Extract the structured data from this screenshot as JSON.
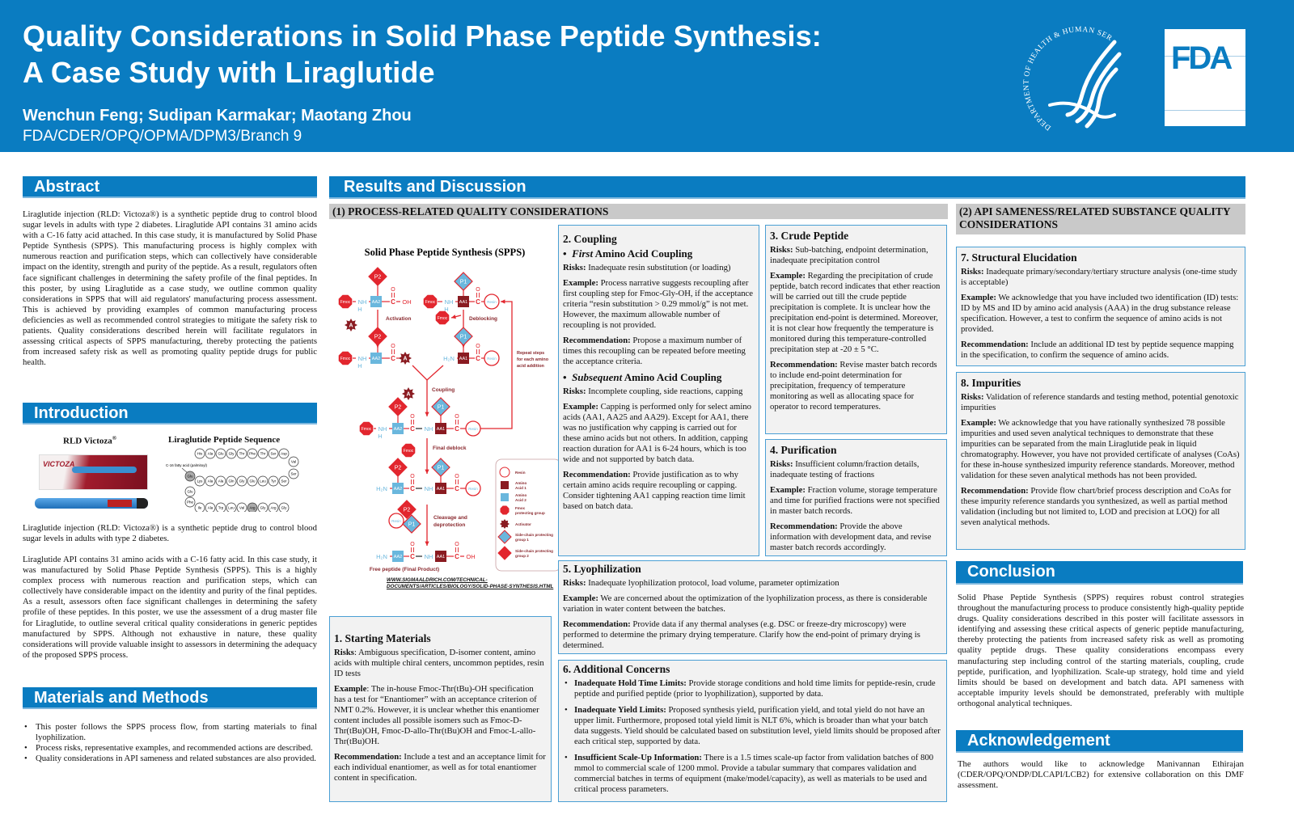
{
  "header": {
    "title_line1": "Quality Considerations in Solid Phase Peptide Synthesis:",
    "title_line2": "A Case Study with Liraglutide",
    "authors": "Wenchun Feng; Sudipan Karmakar; Maotang Zhou",
    "affiliation": "FDA/CDER/OPQ/OPMA/DPM3/Branch 9",
    "hhs_seal_text": "DEPARTMENT OF HEALTH & HUMAN SERVICES · USA",
    "fda_logo": "FDA",
    "brand_color": "#0a7cc1"
  },
  "abstract": {
    "heading": "Abstract",
    "text": "Liraglutide injection (RLD: Victoza®) is a synthetic peptide drug to control blood sugar levels in adults with type 2 diabetes. Liraglutide API contains 31 amino acids with a C-16 fatty acid attached. In this case study, it is manufactured by Solid Phase Peptide Synthesis (SPPS). This manufacturing process is highly complex with numerous reaction and purification steps, which can collectively have considerable impact on the identity, strength and purity of the peptide. As a result, regulators often face significant challenges in determining the safety profile of the final peptides. In this poster, by using Liraglutide as a case study, we outline common quality considerations in SPPS that will aid regulators' manufacturing process assessment. This is achieved by providing examples of common manufacturing process deficiencies as well as recommended control strategies to mitigate the safety risk to patients. Quality considerations described herein will facilitate regulators in assessing critical aspects of SPPS manufacturing, thereby protecting the patients from increased safety risk as well as promoting quality peptide drugs for public health."
  },
  "introduction": {
    "heading": "Introduction",
    "image_label_left": "RLD Victoza",
    "image_label_left_sup": "®",
    "product_logo": "VICTOZA",
    "image_label_right": "Liraglutide Peptide Sequence",
    "fatty_acid_label": "C-16 fatty acid (palmitoyl)",
    "sequence": [
      "His",
      "Ala",
      "Glu",
      "Gly",
      "Thr",
      "Phe",
      "Thr",
      "Ser",
      "Asp",
      "Val",
      "Ser",
      "Ser",
      "Tyr",
      "Leu",
      "Glu",
      "Gly",
      "Gln",
      "Ala",
      "Ala",
      "Lys",
      "Glu",
      "Glu",
      "Phe",
      "Ile",
      "Ala",
      "Trp",
      "Leu",
      "Val",
      "Arg",
      "Gly",
      "Arg",
      "Gly"
    ],
    "paragraphs": [
      "Liraglutide injection (RLD: Victoza®) is a synthetic peptide drug to control blood sugar levels in adults with type 2 diabetes.",
      "Liraglutide API contains 31 amino acids with a C-16 fatty acid. In this case study, it was manufactured by Solid Phase Peptide Synthesis (SPPS). This is a highly complex process with numerous reaction and purification steps, which can collectively have considerable impact on the identity and purity of the final peptides. As a result, assessors often face significant challenges in determining the safety profile of these peptides. In this poster, we use the assessment of a drug master file for Liraglutide, to outline several critical quality considerations in generic peptides manufactured by SPPS. Although not exhaustive in nature, these quality considerations will provide valuable insight to assessors in determining the adequacy of the proposed SPPS process."
    ]
  },
  "methods": {
    "heading": "Materials and Methods",
    "bullets": [
      "This poster follows the SPPS process flow, from starting materials to final lyophilization.",
      "Process risks, representative examples, and recommended actions are described.",
      "Quality considerations in API sameness and related substances are also provided."
    ]
  },
  "results": {
    "heading": "Results and Discussion"
  },
  "process": {
    "heading": "(1) PROCESS-RELATED QUALITY CONSIDERATIONS"
  },
  "diagram": {
    "title": "Solid Phase Peptide Synthesis (SPPS)",
    "steps": {
      "activation": "Activation",
      "deblocking": "Deblocking",
      "coupling": "Coupling",
      "final_deblock": "Final deblock",
      "cleavage1": "Cleavage and",
      "cleavage2": "deprotection",
      "repeat1": "Repeat steps",
      "repeat2": "for each amino",
      "repeat3": "acid addition",
      "final": "Free peptide (Final Product)"
    },
    "node_labels": {
      "fmoc": "Fmoc",
      "aa1": "AA1",
      "aa2": "AA2",
      "p1": "P1",
      "p2": "P2",
      "resin": "Resin",
      "act": "A",
      "nh": "NH",
      "h": "H",
      "h2n": "H₂N",
      "c": "C",
      "o": "O",
      "oh": "OH"
    },
    "legend": [
      {
        "key": "resin",
        "label": "Resin"
      },
      {
        "key": "aa1",
        "label": "Amino Acid 1"
      },
      {
        "key": "aa2",
        "label": "Amino Acid 2"
      },
      {
        "key": "fmoc",
        "label": "Fmoc protecting group"
      },
      {
        "key": "act",
        "label": "Activator"
      },
      {
        "key": "p1",
        "label": "Side-chain protecting group 1"
      },
      {
        "key": "p2",
        "label": "Side-chain protecting group 2"
      }
    ],
    "source_line1": "WWW.SIGMAALDRICH.COM/TECHNICAL-",
    "source_line2": "DOCUMENTS/ARTICLES/BIOLOGY/SOLID-PHASE-SYNTHESIS.HTML",
    "colors": {
      "red": "#e2262e",
      "dark_red": "#8a1b21",
      "blue": "#6ab7dd"
    }
  },
  "boxes": {
    "starting": {
      "title": "1. Starting Materials",
      "risks_label": "Risks",
      "risks": ": Ambiguous specification, D-isomer content, amino acids with multiple chiral centers, uncommon peptides, resin ID tests",
      "example_label": "Example",
      "example": ": The in-house Fmoc-Thr(tBu)-OH specification has a test for “Enantiomer” with an acceptance criterion of NMT 0.2%. However, it is unclear whether this enantiomer content includes all possible isomers such as Fmoc-D-Thr(tBu)OH, Fmoc-D-allo-Thr(tBu)OH and Fmoc-L-allo-Thr(tBu)OH.",
      "rec_label": "Recommendation:",
      "rec": " Include a test and an acceptance limit for each individual enantiomer, as well as for total enantiomer content in specification."
    },
    "coupling": {
      "title": "2. Coupling",
      "sub1_em": "First",
      "sub1_rest": " Amino Acid Coupling",
      "s1_risks_label": "Risks:",
      "s1_risks": " Inadequate resin substitution (or loading)",
      "s1_example_label": "Example:",
      "s1_example": " Process narrative suggests recoupling after first coupling step for Fmoc-Gly-OH, if the acceptance criteria “resin substitution > 0.29 mmol/g” is not met. However, the maximum allowable number of recoupling is not provided.",
      "s1_rec_label": "Recommendation:",
      "s1_rec": " Propose a maximum number of times this recoupling can be repeated before meeting the acceptance criteria.",
      "sub2_em": "Subsequent",
      "sub2_rest": " Amino Acid Coupling",
      "s2_risks_label": "Risks:",
      "s2_risks": " Incomplete coupling, side reactions, capping",
      "s2_example_label": "Example:",
      "s2_example": " Capping is performed only for select amino acids (AA1, AA25 and AA29). Except for AA1, there was no justification why capping is carried out for these amino acids but not others. In addition, capping reaction duration for AA1 is 6-24 hours, which is too wide and not supported by batch data.",
      "s2_rec_label": "Recommendation:",
      "s2_rec": " Provide justification as to why certain amino acids require recoupling or capping. Consider tightening AA1 capping reaction time limit based on batch data."
    },
    "crude": {
      "title": "3. Crude Peptide",
      "risks_label": "Risks:",
      "risks": " Sub-batching, endpoint determination, inadequate precipitation control",
      "example_label": "Example:",
      "example": " Regarding the precipitation of crude peptide, batch record indicates that ether reaction will be carried out till the crude peptide precipitation is complete. It is unclear how the precipitation end-point is determined. Moreover, it is not clear how frequently the temperature is monitored during this temperature-controlled precipitation step at -20 ± 5 °C.",
      "rec_label": "Recommendation:",
      "rec": " Revise master batch records to include end-point determination for precipitation, frequency of temperature monitoring as well as allocating space for operator to record temperatures."
    },
    "purification": {
      "title": "4. Purification",
      "risks_label": "Risks:",
      "risks": " Insufficient column/fraction details, inadequate testing of fractions",
      "example_label": "Example:",
      "example": " Fraction volume, storage temperature and time for purified fractions were not specified in master batch records.",
      "rec_label": "Recommendation:",
      "rec": " Provide the above information with development data, and revise master batch records accordingly."
    },
    "lyo": {
      "title": "5. Lyophilization",
      "risks_label": "Risks:",
      "risks": " Inadequate lyophilization protocol, load volume, parameter optimization",
      "example_label": "Example:",
      "example": " We are concerned about the optimization of the lyophilization process, as there is considerable variation in water content between the batches.",
      "rec_label": "Recommendation:",
      "rec": " Provide data if any thermal analyses (e.g. DSC or freeze-dry microscopy) were performed to determine the primary drying temperature. Clarify how the end-point of primary drying is determined."
    },
    "additional": {
      "title": "6. Additional Concerns",
      "items": [
        {
          "label": "Inadequate Hold Time Limits:",
          "text": " Provide storage conditions and hold time limits for peptide-resin, crude peptide and purified peptide (prior to lyophilization), supported by data."
        },
        {
          "label": "Inadequate Yield Limits:",
          "text": " Proposed synthesis yield, purification yield, and total yield do not have an upper limit. Furthermore, proposed total yield limit is NLT 6%, which is broader than what your batch data suggests. Yield should be calculated based on substitution level, yield limits should be proposed after each critical step, supported by data."
        },
        {
          "label": "Insufficient Scale-Up Information:",
          "text": " There is a 1.5 times scale-up factor from validation batches of 800 mmol to commercial scale of 1200 mmol. Provide a tabular summary that compares validation and commercial batches in terms of equipment (make/model/capacity), as well as materials to be used and critical process parameters."
        }
      ]
    },
    "structural": {
      "title": "7. Structural Elucidation",
      "risks_label": "Risks:",
      "risks": " Inadequate primary/secondary/tertiary structure analysis (one-time study is acceptable)",
      "example_label": "Example:",
      "example": " We acknowledge that you have included two identification (ID) tests: ID by MS and ID by amino acid analysis (AAA) in the drug substance release specification. However, a test to confirm the sequence of amino acids is not provided.",
      "rec_label": "Recommendation:",
      "rec": " Include an additional ID test by peptide sequence mapping in the specification, to confirm the sequence of amino acids."
    },
    "impurities": {
      "title": "8. Impurities",
      "risks_label": "Risks:",
      "risks": " Validation of reference standards and testing method, potential genotoxic impurities",
      "example_label": "Example:",
      "example": " We acknowledge that you have rationally synthesized 78 possible impurities and used seven analytical techniques to demonstrate that these impurities can be separated from the main Liraglutide peak in liquid chromatography. However, you have not provided certificate of analyses (CoAs) for these in-house synthesized impurity reference standards. Moreover, method validation for these seven analytical methods has not been provided.",
      "rec_label": "Recommendation:",
      "rec": " Provide flow chart/brief process description and CoAs for these impurity reference standards you synthesized, as well as partial method validation (including but not limited to, LOD and precision at LOQ) for all seven analytical methods."
    }
  },
  "api": {
    "heading": "(2) API SAMENESS/RELATED SUBSTANCE QUALITY CONSIDERATIONS"
  },
  "conclusion": {
    "heading": "Conclusion",
    "text": "Solid Phase Peptide Synthesis (SPPS) requires robust control strategies throughout the manufacturing process to produce consistently high-quality peptide drugs. Quality considerations described in this poster will facilitate assessors in identifying and assessing these critical aspects of generic peptide manufacturing, thereby protecting the patients from increased safety risk as well as promoting quality peptide drugs. These quality considerations encompass every manufacturing step including control of the starting materials, coupling, crude peptide, purification, and lyophilization. Scale-up strategy, hold time and yield limits should be based on development and batch data. API sameness with acceptable impurity levels should be demonstrated, preferably with multiple orthogonal analytical techniques."
  },
  "acknowledgement": {
    "heading": "Acknowledgement",
    "text": "The authors would like to acknowledge Manivannan Ethirajan (CDER/OPQ/ONDP/DLCAPI/LCB2) for extensive collaboration on this DMF assessment."
  }
}
